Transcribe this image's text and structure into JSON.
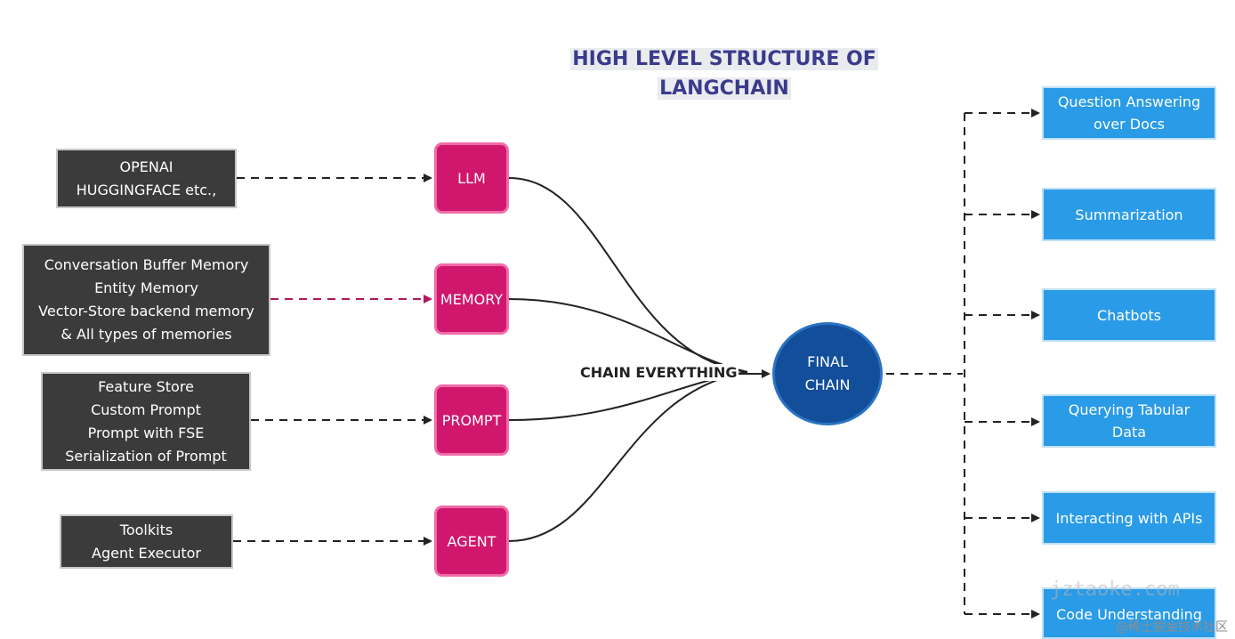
{
  "title": {
    "line1": "HIGH LEVEL STRUCTURE OF",
    "line2": "LANGCHAIN"
  },
  "inputs": [
    {
      "lines": [
        "OPENAI",
        "HUGGINGFACE etc.,"
      ]
    },
    {
      "lines": [
        "Conversation Buffer Memory",
        "Entity Memory",
        "Vector-Store backend memory",
        "& All types of memories"
      ]
    },
    {
      "lines": [
        "Feature Store",
        "Custom Prompt",
        "Prompt with FSE",
        "Serialization of Prompt"
      ]
    },
    {
      "lines": [
        "Toolkits",
        "Agent Executor"
      ]
    }
  ],
  "components": [
    "LLM",
    "MEMORY",
    "PROMPT",
    "AGENT"
  ],
  "chain_label": "CHAIN EVERYTHING",
  "final": {
    "line1": "FINAL",
    "line2": "CHAIN"
  },
  "outputs": [
    "Question Answering over Docs",
    "Summarization",
    "Chatbots",
    "Querying Tabular Data",
    "Interacting with APIs",
    "Code Understanding"
  ],
  "watermark": {
    "site": "jztaoke.com",
    "credit": "@稀土掘金技术社区"
  },
  "colors": {
    "dark_box": "#3b3b3b",
    "pink": "#d0176d",
    "blue": "#2a9be6",
    "final": "#124e9a",
    "title": "#3a3b8c",
    "memory_arrow": "#b0165f"
  }
}
